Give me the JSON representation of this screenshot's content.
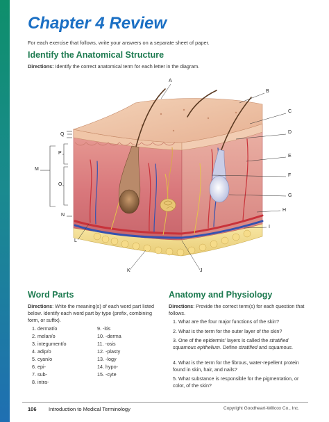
{
  "title": "Chapter 4 Review",
  "intro": "For each exercise that follows, write your answers on a separate sheet of paper.",
  "section1": {
    "heading": "Identify the Anatomical Structure",
    "directions_label": "Directions:",
    "directions_text": " Identify the correct anatomical term for each letter in the diagram."
  },
  "diagram_labels": {
    "A": "A",
    "B": "B",
    "C": "C",
    "D": "D",
    "E": "E",
    "F": "F",
    "G": "G",
    "H": "H",
    "I": "I",
    "J": "J",
    "K": "K",
    "L": "L",
    "M": "M",
    "N": "N",
    "O": "O",
    "P": "P",
    "Q": "Q"
  },
  "word_parts": {
    "heading": "Word Parts",
    "directions_label": "Directions",
    "directions_text": ": Write the meaning(s) of each word part listed below. Identify each word part by type (prefix, combining form, or suffix).",
    "col1": [
      "1. dermat/o",
      "2. melan/o",
      "3. integument/o",
      "4. adip/o",
      "5. cyan/o",
      "6. epi-",
      "7. sub-",
      "8. intra-"
    ],
    "col2": [
      "9. -itis",
      "10. -derma",
      "11. -osis",
      "12. -plasty",
      "13. -logy",
      "14. hypo-",
      "15. -cyte"
    ]
  },
  "anatomy": {
    "heading": "Anatomy and Physiology",
    "directions_label": "Directions",
    "directions_text": ": Provide the correct term(s) for each question that follows.",
    "q1": "1. What are the four major functions of the skin?",
    "q2": "2. What is the term for the outer layer of the skin?",
    "q3a": "3. One of the epidermis' layers is called the ",
    "q3b": "stratified squamous epithelium",
    "q3c": ". Define ",
    "q3d": "stratified",
    "q3e": " and ",
    "q3f": "squamous",
    "q3g": ".",
    "q4": "4. What is the term for the fibrous, water-repellent protein found in skin, hair, and nails?",
    "q5": "5. What substance is responsible for the pigmentation, or color, of the skin?"
  },
  "footer": {
    "page": "106",
    "book": "Introduction to Medical Terminology",
    "copyright": "Copyright Goodheart-Willcox Co., Inc."
  }
}
